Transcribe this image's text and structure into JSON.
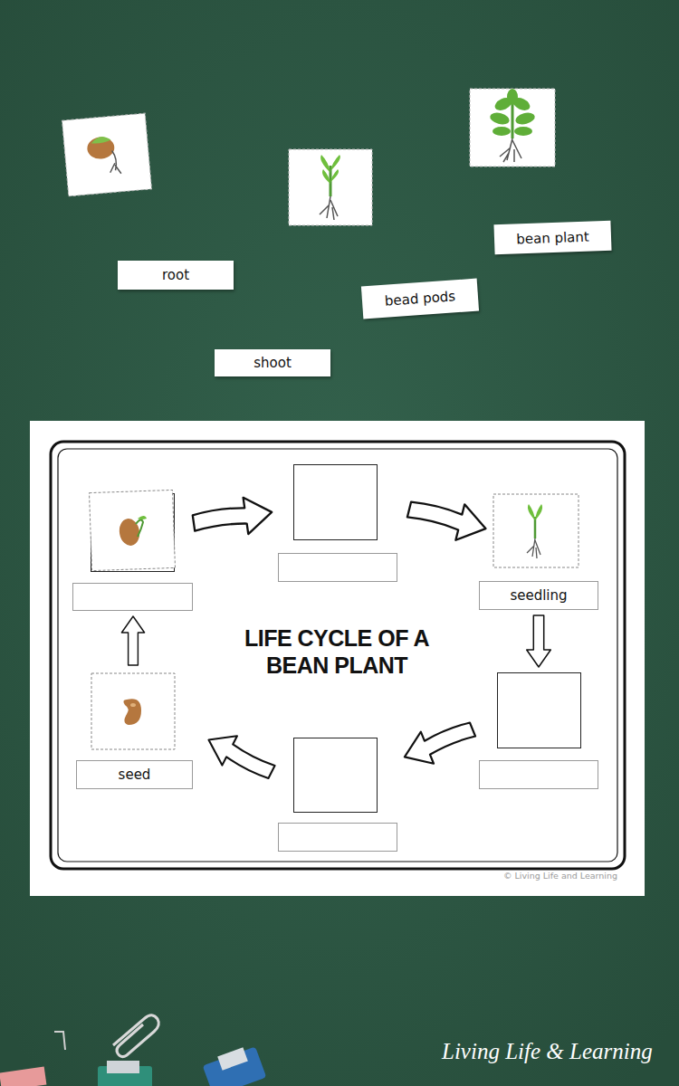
{
  "diagram": {
    "title": "LIFE CYCLE OF A BEAN PLANT",
    "nodes": [
      {
        "text": [
          "bean plant"
        ]
      },
      {
        "text": [
          "root"
        ]
      },
      {
        "text": [
          "bead pods"
        ]
      },
      {
        "text": [
          "shoot"
        ]
      },
      {
        "text": [
          "seedling"
        ]
      },
      {
        "text": [
          "seed"
        ]
      }
    ],
    "labels": [
      "© Living Life and Learning",
      "Living Life & Learning"
    ]
  }
}
